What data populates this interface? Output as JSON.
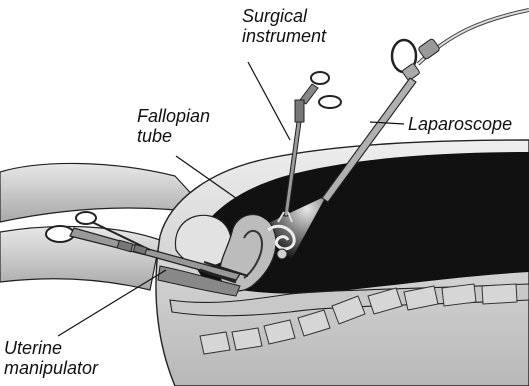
{
  "labels": {
    "surgical_instrument": "Surgical\ninstrument",
    "fallopian_tube": "Fallopian\ntube",
    "laparoscope": "Laparoscope",
    "uterine_manipulator": "Uterine\nmanipulator"
  },
  "colors": {
    "body_fill": "#d9d9d9",
    "cavity": "#111111",
    "outline": "#222222",
    "organ": "#bdbdbd",
    "highlight": "#efefef"
  }
}
